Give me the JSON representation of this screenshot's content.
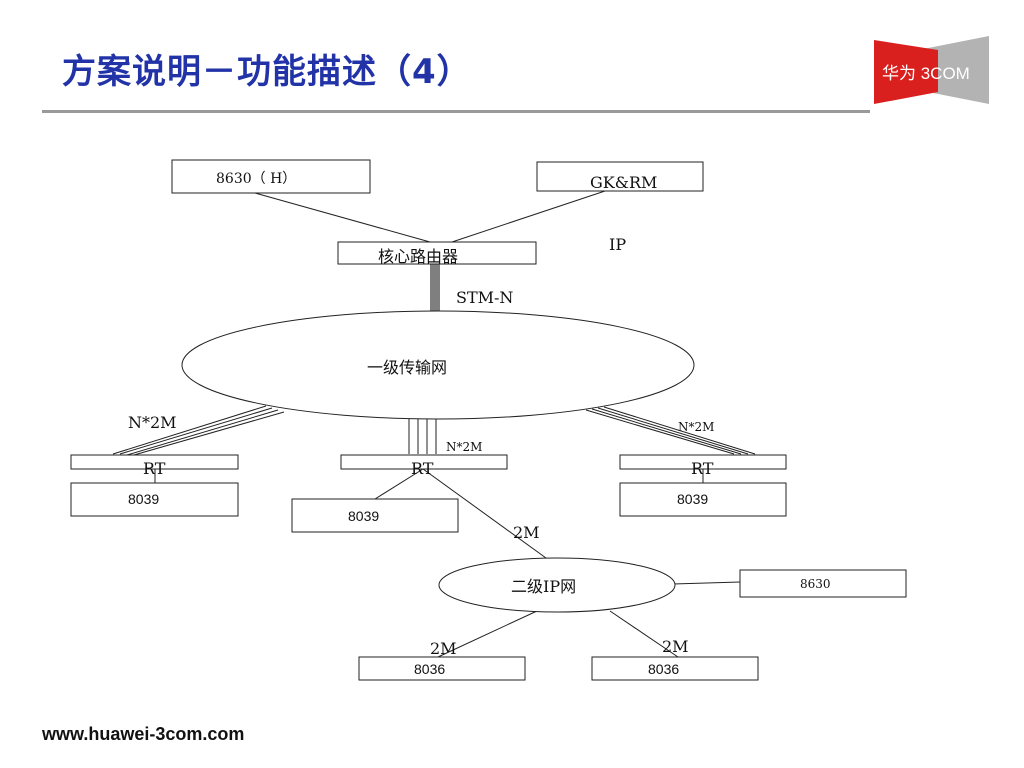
{
  "slide": {
    "title": "方案说明－功能描述（4）",
    "footer": "www.huawei-3com.com"
  },
  "logo": {
    "text": "华为 3COM",
    "colors": {
      "red": "#d9201e",
      "gray": "#b3b3b3",
      "text": "#ffffff"
    }
  },
  "diagram": {
    "nodes": {
      "top_8630": "8630（ H）",
      "gk_rm": "GK&RM",
      "core_router": "核心路由器",
      "transport_net": "一级传输网",
      "rt_left": "RT",
      "rt_center": "RT",
      "rt_right": "RT",
      "box_8039_left": "8039",
      "box_8039_center": "8039",
      "box_8039_right": "8039",
      "ip_net_level2": "二级IP网",
      "box_8630_right": "8630",
      "box_8036_left": "8036",
      "box_8036_right": "8036"
    },
    "labels": {
      "ip": "IP",
      "stm_n": "STM-N",
      "n2m_left": "N*2M",
      "n2m_center": "N*2M",
      "n2m_right": "N*2M",
      "link_2m_rt": "2M",
      "link_2m_left": "2M",
      "link_2m_right": "2M"
    }
  }
}
